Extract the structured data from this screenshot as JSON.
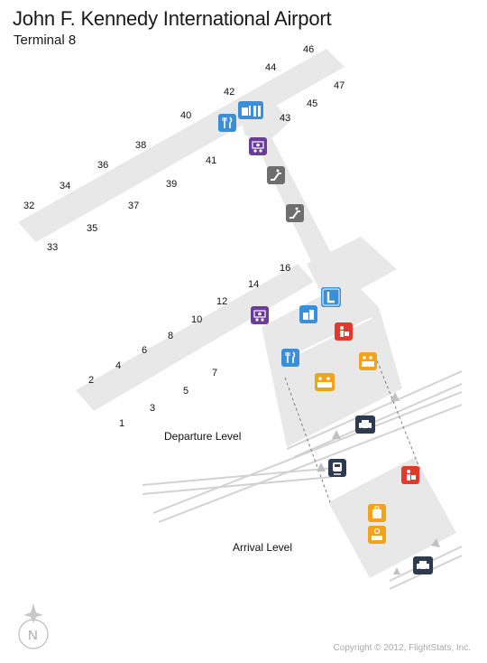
{
  "header": {
    "title": "John F. Kennedy International Airport",
    "subtitle": "Terminal 8"
  },
  "levels": {
    "departure": "Departure Level",
    "arrival": "Arrival Level"
  },
  "compass": {
    "label": "N"
  },
  "copyright": "Copyright © 2012, FlightStats, Inc.",
  "gates": [
    "1",
    "2",
    "3",
    "4",
    "5",
    "6",
    "7",
    "8",
    "10",
    "12",
    "14",
    "16",
    "32",
    "33",
    "34",
    "35",
    "36",
    "37",
    "38",
    "39",
    "40",
    "41",
    "42",
    "43",
    "44",
    "45",
    "46",
    "47"
  ],
  "icons": [
    {
      "name": "restaurant-icon",
      "category": "dining"
    },
    {
      "name": "shopping-icon",
      "category": "shopping"
    },
    {
      "name": "currency-exchange-icon",
      "category": "services"
    },
    {
      "name": "escalator-icon",
      "category": "transfer"
    },
    {
      "name": "lounge-icon",
      "category": "lounge"
    },
    {
      "name": "check-in-icon",
      "category": "check-in"
    },
    {
      "name": "baggage-icon",
      "category": "baggage"
    },
    {
      "name": "taxi-icon",
      "category": "ground-transport"
    },
    {
      "name": "airtrain-icon",
      "category": "ground-transport"
    },
    {
      "name": "baggage-service-icon",
      "category": "baggage"
    }
  ],
  "colors": {
    "terminal": "#e8e8e8",
    "dining": "#3a8fd8",
    "services": "#6a3e98",
    "transfer": "#6e6e6e",
    "checkin": "#e23a2a",
    "baggage": "#f2a21b",
    "transport": "#2e3a50"
  }
}
